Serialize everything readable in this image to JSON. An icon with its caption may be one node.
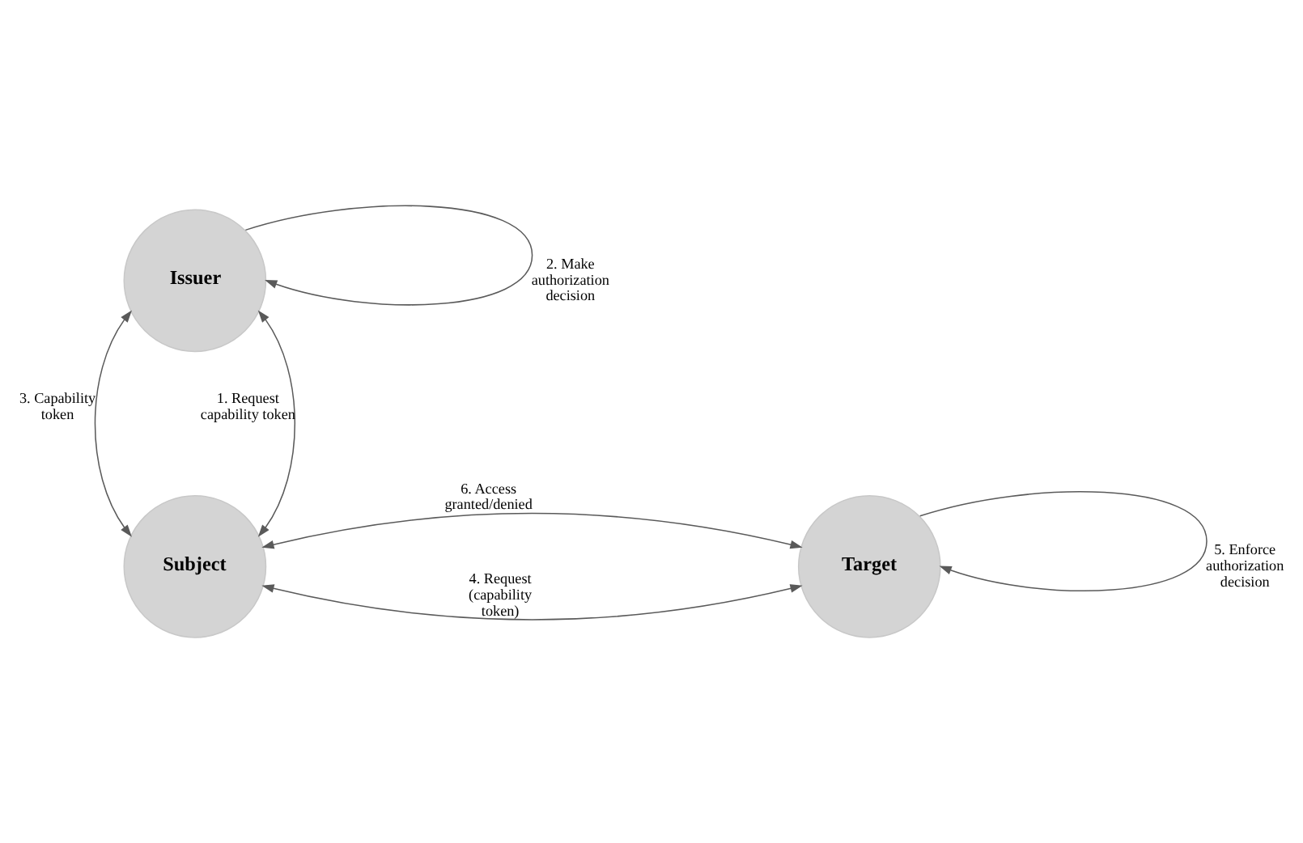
{
  "diagram": {
    "nodes": [
      {
        "text": [
          "Issuer"
        ]
      },
      {
        "text": [
          "Subject"
        ]
      },
      {
        "text": [
          "Target"
        ]
      }
    ],
    "edges": [
      {
        "from": 1,
        "to": 0,
        "arrow": "both",
        "label": "1. Request capability token"
      },
      {
        "from": 0,
        "to": 0,
        "arrow": "to",
        "label": "2. Make authorization decision"
      },
      {
        "from": 0,
        "to": 1,
        "arrow": "both",
        "label": "3. Capability token"
      },
      {
        "from": 1,
        "to": 2,
        "arrow": "both",
        "label": "4. Request (capability token)"
      },
      {
        "from": 2,
        "to": 2,
        "arrow": "to",
        "label": "5. Enforce authorization decision"
      },
      {
        "from": 1,
        "to": 2,
        "arrow": "both",
        "label": "6. Access granted/denied"
      }
    ]
  }
}
